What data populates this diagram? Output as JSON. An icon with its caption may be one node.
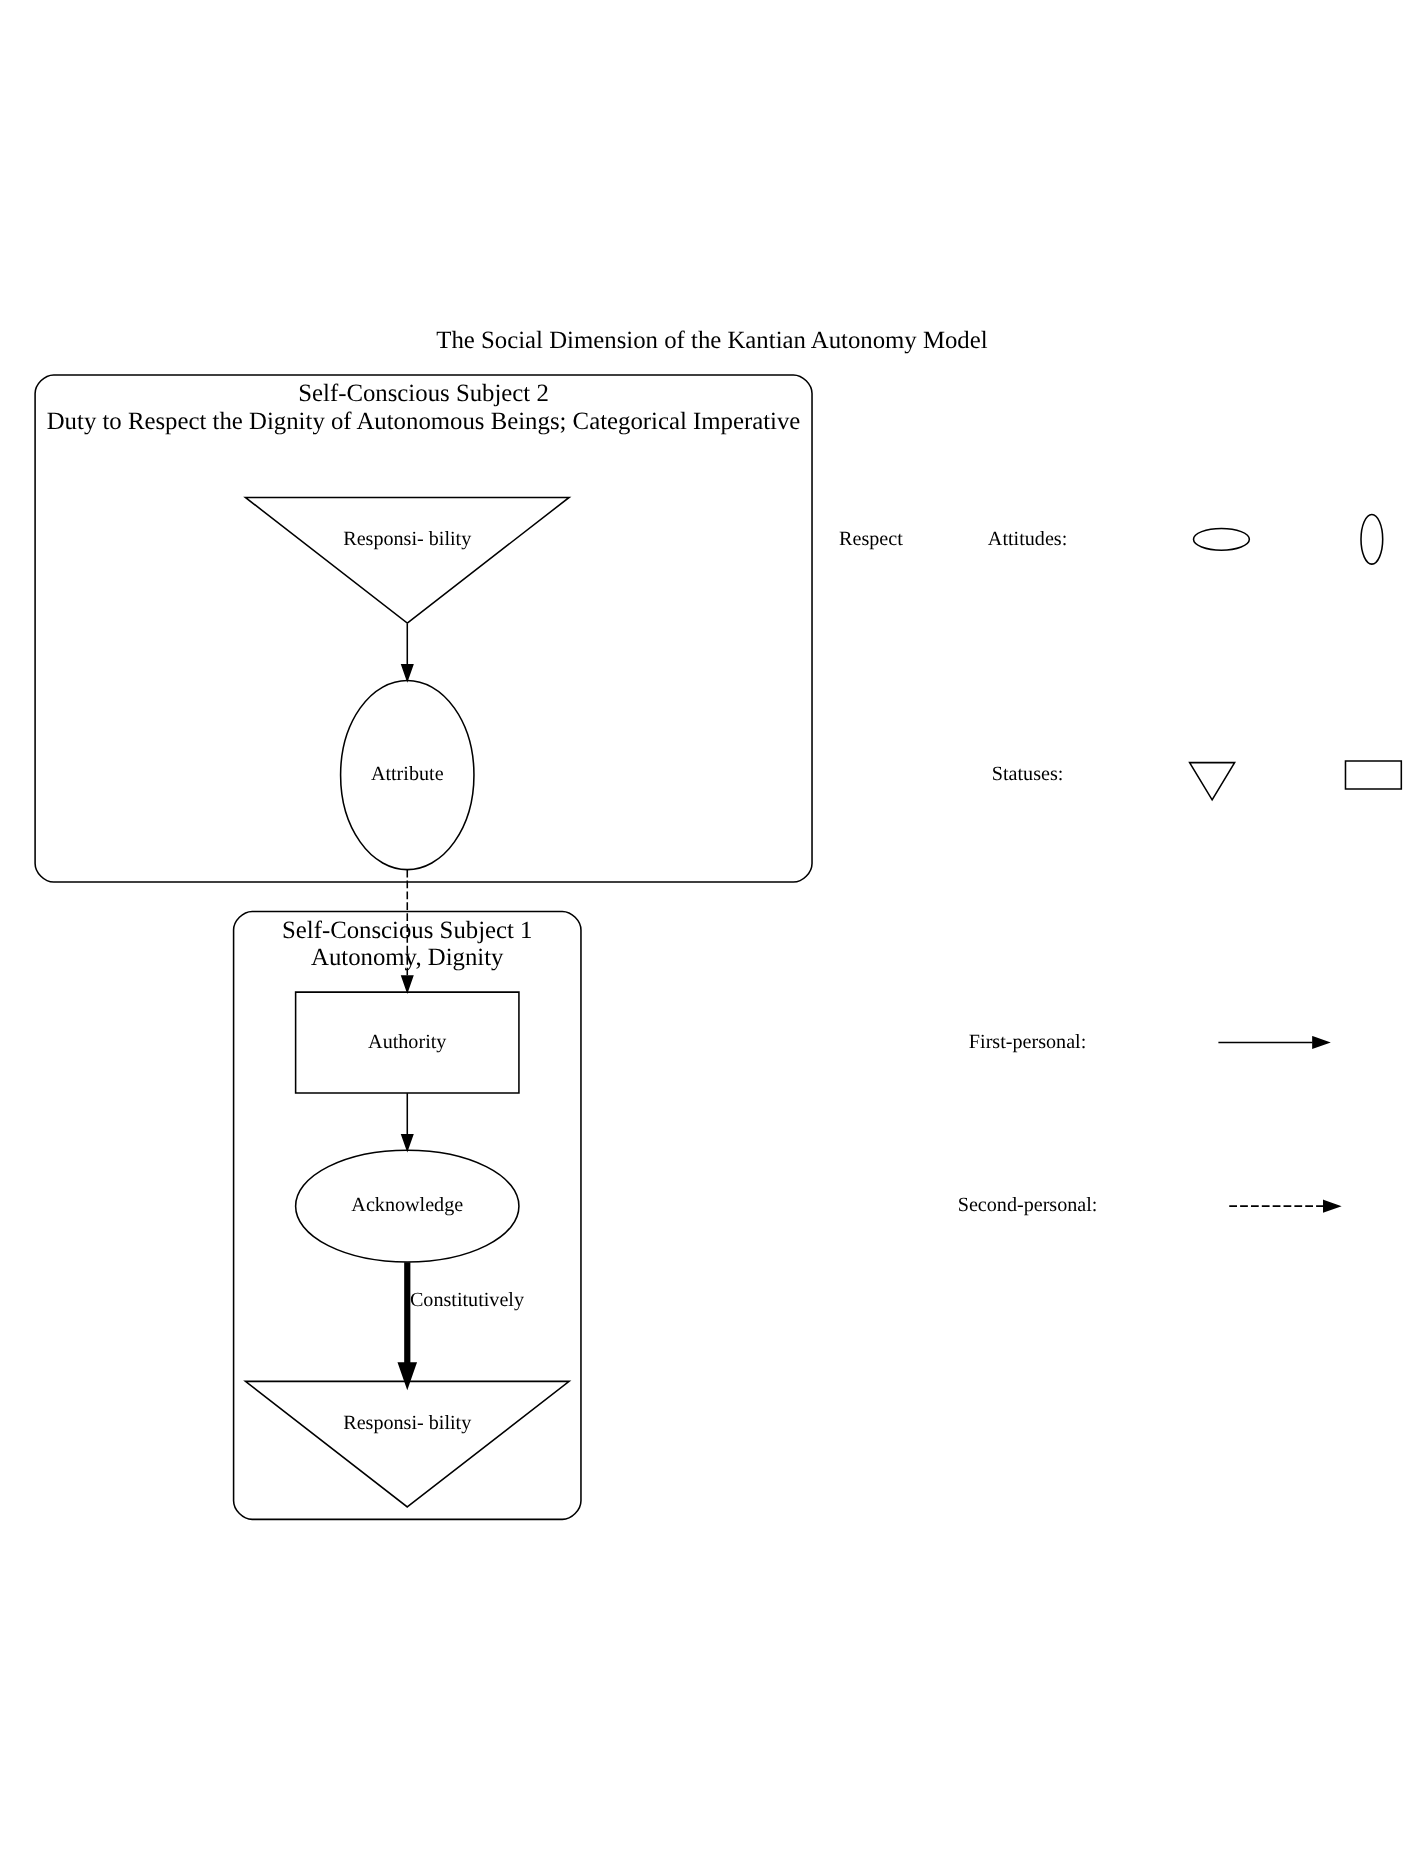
{
  "diagram": {
    "title": "The Social Dimension of the Kantian Autonomy Model",
    "nodes": [
      {
        "text": [
          "Self-Conscious Subject 2",
          "Duty to Respect the Dignity of Autonomous Beings; Categorical Imperative"
        ]
      },
      {
        "text": [
          "Responsi- bility"
        ],
        "in": 0
      },
      {
        "text": [
          "Attribute"
        ],
        "in": 0
      },
      {
        "text": [
          "Self-Conscious Subject 1",
          "Autonomy, Dignity"
        ]
      },
      {
        "text": [
          "Authority"
        ],
        "in": 3
      },
      {
        "text": [
          "Acknowledge"
        ],
        "in": 3
      },
      {
        "text": [
          "Responsi- bility"
        ],
        "in": 3
      },
      {
        "text": [],
        "shape": "ellipse"
      },
      {
        "text": [],
        "shape": "ellipse"
      },
      {
        "text": [],
        "shape": "triangle"
      },
      {
        "text": [],
        "shape": "box"
      }
    ],
    "edges": [
      {
        "from": 1,
        "to": 2,
        "arrow": "to"
      },
      {
        "from": 2,
        "to": 4,
        "arrow": "to",
        "style": "dashed"
      },
      {
        "from": 4,
        "to": 5,
        "arrow": "to"
      },
      {
        "from": 5,
        "to": 6,
        "arrow": "to",
        "label": "Constitutively",
        "style": "thick"
      }
    ],
    "labels": [
      "Respect"
    ],
    "legend": [
      {
        "text": "Attitudes:"
      },
      {
        "text": "Statuses:"
      },
      {
        "text": "First-personal:"
      },
      {
        "text": "Second-personal:"
      }
    ]
  }
}
